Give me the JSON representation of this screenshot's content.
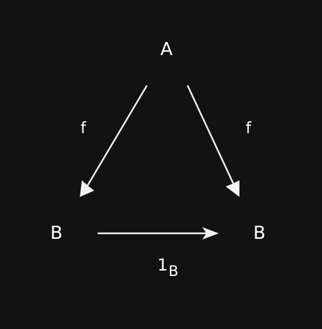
{
  "diagram": {
    "background": "#121212",
    "stroke_color": "#f2f2f2",
    "nodes": {
      "top": "A",
      "bottom_left": "B",
      "bottom_right": "B"
    },
    "edges": {
      "left_label": "f",
      "right_label": "f",
      "bottom_label_base": "1",
      "bottom_label_sub": "B"
    }
  }
}
